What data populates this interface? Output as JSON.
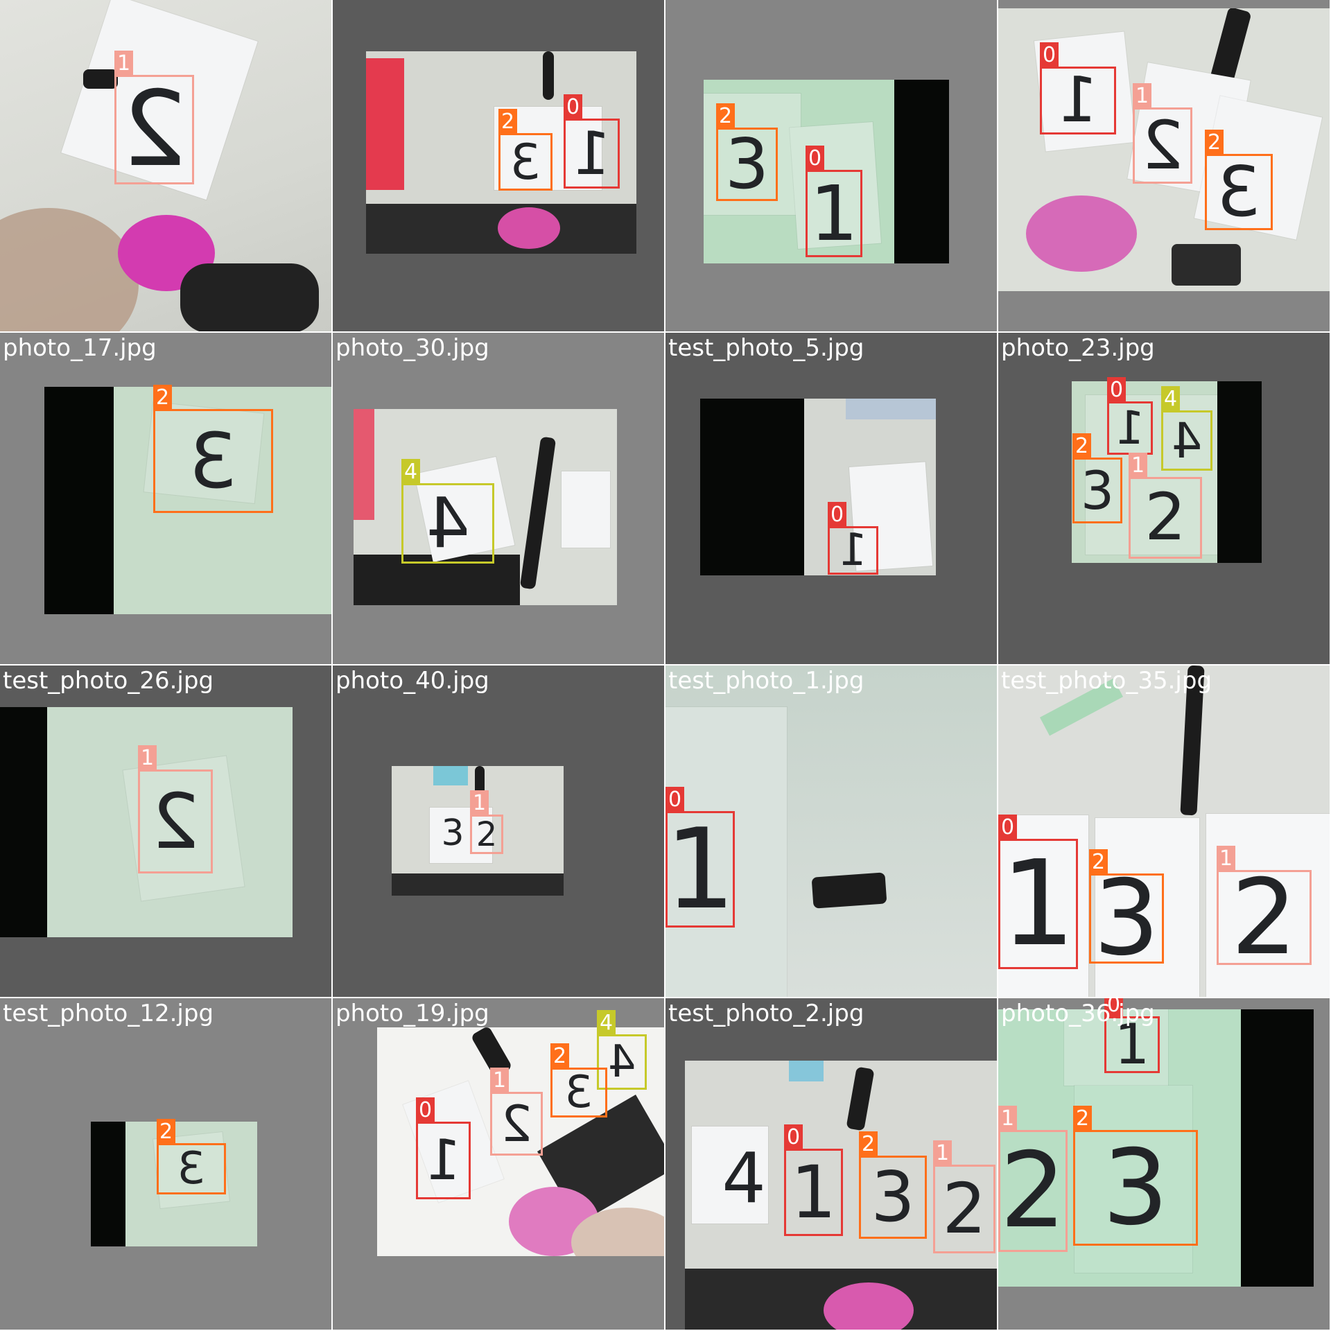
{
  "colors": {
    "class_0": "#e53935",
    "class_1": "#f4a094",
    "class_2": "#ff6f1a",
    "class_3": "#ff9f80",
    "class_4": "#c6c92a",
    "pad_dark": "#5b5b5b",
    "pad_light": "#858585"
  },
  "tiles": [
    {
      "row": 0,
      "col": 0,
      "name": "",
      "labels": [
        "1"
      ],
      "digits": [
        "2"
      ]
    },
    {
      "row": 0,
      "col": 1,
      "name": "",
      "labels": [
        "2",
        "0"
      ],
      "digits": [
        "3",
        "1"
      ]
    },
    {
      "row": 0,
      "col": 2,
      "name": "",
      "labels": [
        "2",
        "0"
      ],
      "digits": [
        "3",
        "1"
      ]
    },
    {
      "row": 0,
      "col": 3,
      "name": "",
      "labels": [
        "0",
        "1",
        "2"
      ],
      "digits": [
        "1",
        "2",
        "3"
      ]
    },
    {
      "row": 1,
      "col": 0,
      "name": "photo_17.jpg",
      "labels": [
        "2"
      ],
      "digits": [
        "3"
      ]
    },
    {
      "row": 1,
      "col": 1,
      "name": "photo_30.jpg",
      "labels": [
        "4"
      ],
      "digits": [
        "4"
      ]
    },
    {
      "row": 1,
      "col": 2,
      "name": "test_photo_5.jpg",
      "labels": [
        "0"
      ],
      "digits": [
        "1"
      ]
    },
    {
      "row": 1,
      "col": 3,
      "name": "photo_23.jpg",
      "labels": [
        "0",
        "4",
        "2",
        "1"
      ],
      "digits": [
        "1",
        "4",
        "3",
        "2"
      ]
    },
    {
      "row": 2,
      "col": 0,
      "name": "test_photo_26.jpg",
      "labels": [
        "1"
      ],
      "digits": [
        "2"
      ]
    },
    {
      "row": 2,
      "col": 1,
      "name": "photo_40.jpg",
      "labels": [
        "1"
      ],
      "digits": [
        "3",
        "2"
      ]
    },
    {
      "row": 2,
      "col": 2,
      "name": "test_photo_1.jpg",
      "labels": [
        "0"
      ],
      "digits": [
        "1"
      ]
    },
    {
      "row": 2,
      "col": 3,
      "name": "test_photo_35.jpg",
      "labels": [
        "0",
        "2",
        "1"
      ],
      "digits": [
        "1",
        "3",
        "2"
      ]
    },
    {
      "row": 3,
      "col": 0,
      "name": "test_photo_12.jpg",
      "labels": [
        "2"
      ],
      "digits": [
        "3"
      ]
    },
    {
      "row": 3,
      "col": 1,
      "name": "photo_19.jpg",
      "labels": [
        "4",
        "2",
        "1",
        "0"
      ],
      "digits": [
        "4",
        "3",
        "2",
        "1"
      ]
    },
    {
      "row": 3,
      "col": 2,
      "name": "test_photo_2.jpg",
      "labels": [
        "0",
        "2",
        "1"
      ],
      "digits": [
        "4",
        "1",
        "3",
        "2"
      ]
    },
    {
      "row": 3,
      "col": 3,
      "name": "photo_36.jpg",
      "labels": [
        "0",
        "1",
        "2"
      ],
      "digits": [
        "1",
        "2",
        "3"
      ]
    }
  ]
}
